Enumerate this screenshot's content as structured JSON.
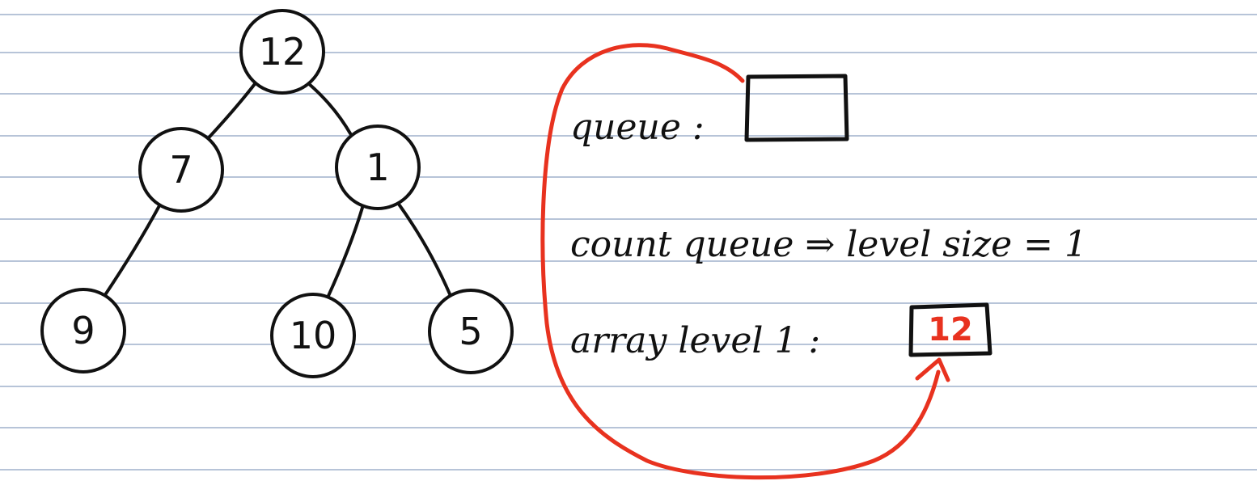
{
  "tree": {
    "nodes": [
      {
        "id": "n12",
        "label": "12"
      },
      {
        "id": "n7",
        "label": "7"
      },
      {
        "id": "n1",
        "label": "1"
      },
      {
        "id": "n9",
        "label": "9"
      },
      {
        "id": "n10",
        "label": "10"
      },
      {
        "id": "n5",
        "label": "5"
      }
    ],
    "edges": [
      [
        "n12",
        "n7"
      ],
      [
        "n12",
        "n1"
      ],
      [
        "n7",
        "n9"
      ],
      [
        "n1",
        "n10"
      ],
      [
        "n1",
        "n5"
      ]
    ]
  },
  "notes": {
    "queue_label": "queue :",
    "count_text": "count queue ⇒ level size = 1",
    "array_label": "array level 1 :",
    "array_value": "12"
  },
  "colors": {
    "ink": "#111111",
    "annotation": "#e8321f",
    "rule_line": "#b7c4d8"
  }
}
